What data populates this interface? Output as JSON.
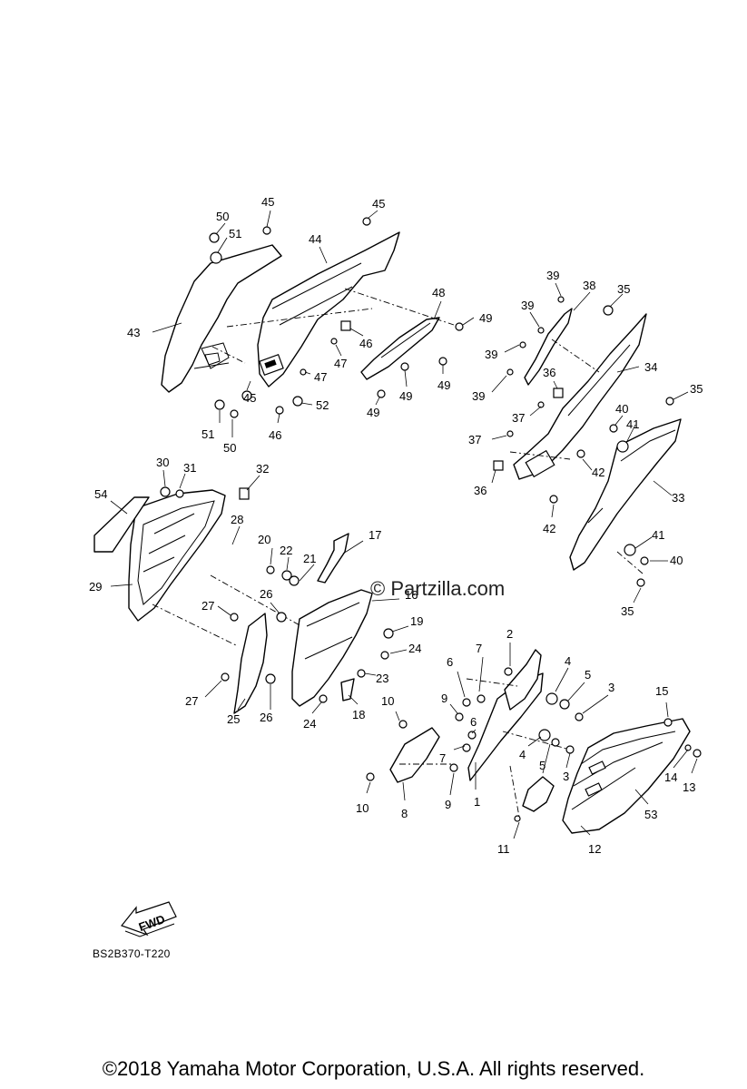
{
  "watermark": "© Partzilla.com",
  "diagram_code": "BS2B370-T220",
  "fwd_badge": "FWD",
  "copyright": "©2018  Yamaha Motor Corporation, U.S.A. All rights reserved.",
  "part_numbers": [
    "1",
    "2",
    "3",
    "4",
    "5",
    "6",
    "7",
    "8",
    "9",
    "10",
    "11",
    "12",
    "13",
    "14",
    "15",
    "16",
    "17",
    "18",
    "19",
    "20",
    "21",
    "22",
    "23",
    "24",
    "25",
    "26",
    "27",
    "28",
    "29",
    "30",
    "31",
    "32",
    "33",
    "34",
    "35",
    "36",
    "37",
    "38",
    "39",
    "40",
    "41",
    "42",
    "43",
    "44",
    "45",
    "46",
    "47",
    "48",
    "49",
    "50",
    "51",
    "52",
    "53",
    "54"
  ]
}
